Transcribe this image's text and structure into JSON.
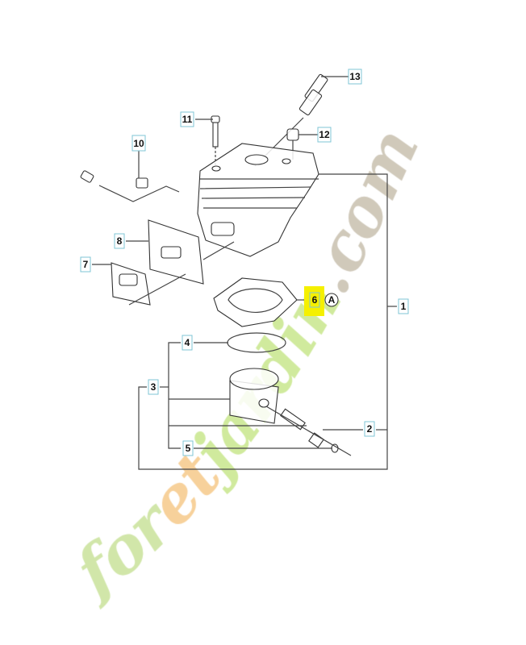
{
  "diagram": {
    "callouts": [
      {
        "id": "13",
        "label": "13"
      },
      {
        "id": "11",
        "label": "11"
      },
      {
        "id": "12",
        "label": "12"
      },
      {
        "id": "10",
        "label": "10"
      },
      {
        "id": "8",
        "label": "8"
      },
      {
        "id": "7",
        "label": "7"
      },
      {
        "id": "6",
        "label": "6",
        "highlight_color": "#f5f000"
      },
      {
        "id": "1",
        "label": "1"
      },
      {
        "id": "4",
        "label": "4"
      },
      {
        "id": "3",
        "label": "3"
      },
      {
        "id": "2",
        "label": "2"
      },
      {
        "id": "5",
        "label": "5"
      }
    ],
    "note_marker": "A"
  },
  "watermark": {
    "text": "foretjardin.com",
    "colors": {
      "fore": "#c9e29a",
      "t": "#f6c98a",
      "jardin": "#c8e68c",
      "com": "#c8bfae"
    }
  }
}
